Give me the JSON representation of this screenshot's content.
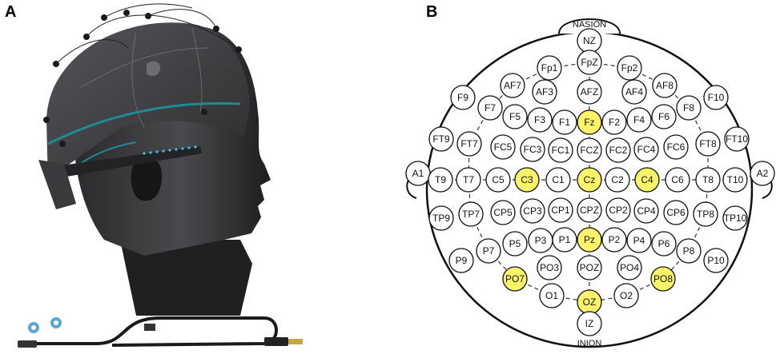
{
  "panels": {
    "a": "A",
    "b": "B"
  },
  "landmarks": {
    "nasion": "NASION",
    "inion": "INION"
  },
  "colors": {
    "active_fill": "#fbf46a",
    "electrode_stroke": "#111111",
    "cap_trim": "#1f8a96"
  },
  "electrodes": [
    {
      "id": "NZ",
      "active": false
    },
    {
      "id": "FpZ",
      "active": false
    },
    {
      "id": "Fp1",
      "active": false
    },
    {
      "id": "Fp2",
      "active": false
    },
    {
      "id": "AF7",
      "active": false
    },
    {
      "id": "AF3",
      "active": false
    },
    {
      "id": "AFZ",
      "active": false
    },
    {
      "id": "AF4",
      "active": false
    },
    {
      "id": "AF8",
      "active": false
    },
    {
      "id": "F9",
      "active": false
    },
    {
      "id": "F7",
      "active": false
    },
    {
      "id": "F5",
      "active": false
    },
    {
      "id": "F3",
      "active": false
    },
    {
      "id": "F1",
      "active": false
    },
    {
      "id": "Fz",
      "active": true
    },
    {
      "id": "F2",
      "active": false
    },
    {
      "id": "F4",
      "active": false
    },
    {
      "id": "F6",
      "active": false
    },
    {
      "id": "F8",
      "active": false
    },
    {
      "id": "F10",
      "active": false
    },
    {
      "id": "FT9",
      "active": false
    },
    {
      "id": "FT7",
      "active": false
    },
    {
      "id": "FC5",
      "active": false
    },
    {
      "id": "FC3",
      "active": false
    },
    {
      "id": "FC1",
      "active": false
    },
    {
      "id": "FCZ",
      "active": false
    },
    {
      "id": "FC2",
      "active": false
    },
    {
      "id": "FC4",
      "active": false
    },
    {
      "id": "FC6",
      "active": false
    },
    {
      "id": "FT8",
      "active": false
    },
    {
      "id": "FT10",
      "active": false
    },
    {
      "id": "A1",
      "active": false
    },
    {
      "id": "T9",
      "active": false
    },
    {
      "id": "T7",
      "active": false
    },
    {
      "id": "C5",
      "active": false
    },
    {
      "id": "C3",
      "active": true
    },
    {
      "id": "C1",
      "active": false
    },
    {
      "id": "Cz",
      "active": true
    },
    {
      "id": "C2",
      "active": false
    },
    {
      "id": "C4",
      "active": true
    },
    {
      "id": "C6",
      "active": false
    },
    {
      "id": "T8",
      "active": false
    },
    {
      "id": "T10",
      "active": false
    },
    {
      "id": "A2",
      "active": false
    },
    {
      "id": "TP9",
      "active": false
    },
    {
      "id": "TP7",
      "active": false
    },
    {
      "id": "CP5",
      "active": false
    },
    {
      "id": "CP3",
      "active": false
    },
    {
      "id": "CP1",
      "active": false
    },
    {
      "id": "CPZ",
      "active": false
    },
    {
      "id": "CP2",
      "active": false
    },
    {
      "id": "CP4",
      "active": false
    },
    {
      "id": "CP6",
      "active": false
    },
    {
      "id": "TP8",
      "active": false
    },
    {
      "id": "TP10",
      "active": false
    },
    {
      "id": "P9",
      "active": false
    },
    {
      "id": "P7",
      "active": false
    },
    {
      "id": "P5",
      "active": false
    },
    {
      "id": "P3",
      "active": false
    },
    {
      "id": "P1",
      "active": false
    },
    {
      "id": "Pz",
      "active": true
    },
    {
      "id": "P2",
      "active": false
    },
    {
      "id": "P4",
      "active": false
    },
    {
      "id": "P6",
      "active": false
    },
    {
      "id": "P8",
      "active": false
    },
    {
      "id": "P10",
      "active": false
    },
    {
      "id": "PO7",
      "active": true
    },
    {
      "id": "PO3",
      "active": false
    },
    {
      "id": "POZ",
      "active": false
    },
    {
      "id": "PO4",
      "active": false
    },
    {
      "id": "PO8",
      "active": true
    },
    {
      "id": "O1",
      "active": false
    },
    {
      "id": "OZ",
      "active": true
    },
    {
      "id": "O2",
      "active": false
    },
    {
      "id": "IZ",
      "active": false
    }
  ]
}
